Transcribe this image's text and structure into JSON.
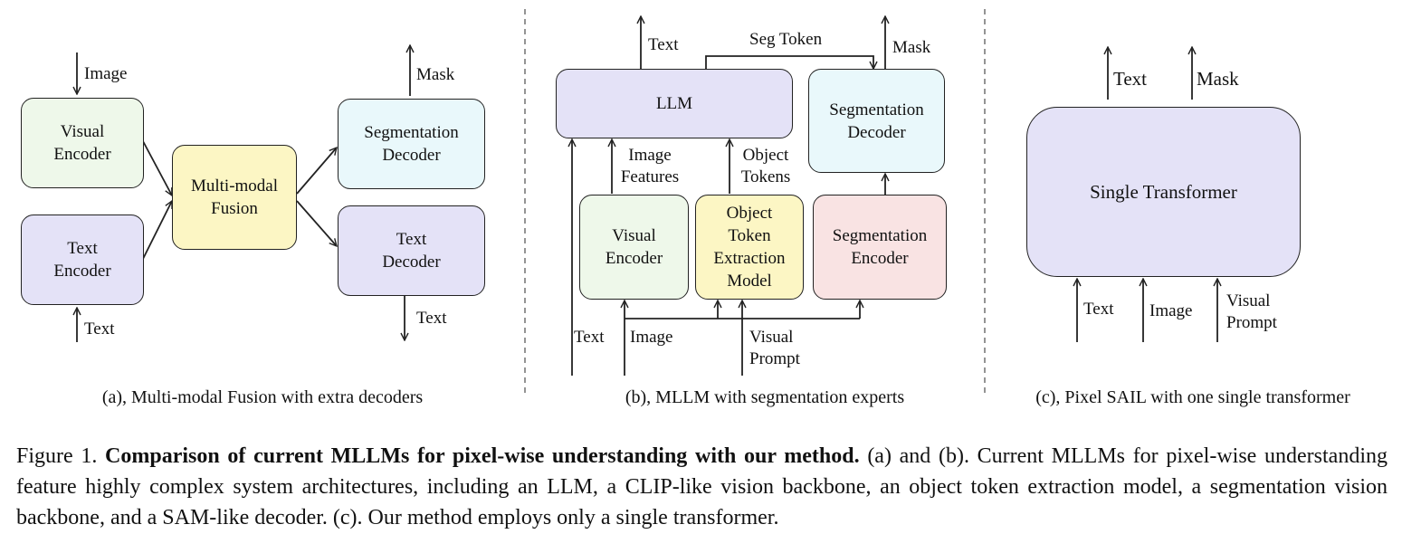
{
  "panel_a": {
    "image_label": "Image",
    "visual_encoder": [
      "Visual",
      "Encoder"
    ],
    "text_encoder": [
      "Text",
      "Encoder"
    ],
    "text_in_label": "Text",
    "fusion": [
      "Multi-modal",
      "Fusion"
    ],
    "seg_decoder": [
      "Segmentation",
      "Decoder"
    ],
    "text_decoder": [
      "Text",
      "Decoder"
    ],
    "mask_label": "Mask",
    "text_out_label": "Text",
    "caption": "(a), Multi-modal Fusion with extra decoders"
  },
  "panel_b": {
    "text_out_label": "Text",
    "seg_token_label": "Seg Token",
    "mask_label": "Mask",
    "llm": "LLM",
    "seg_decoder": [
      "Segmentation",
      "Decoder"
    ],
    "image_features_label": [
      "Image",
      "Features"
    ],
    "object_tokens_label": [
      "Object",
      "Tokens"
    ],
    "visual_encoder": [
      "Visual",
      "Encoder"
    ],
    "object_token_model": [
      "Object",
      "Token",
      "Extraction",
      "Model"
    ],
    "seg_encoder": [
      "Segmentation",
      "Encoder"
    ],
    "text_in_label": "Text",
    "image_in_label": "Image",
    "visual_prompt_label": [
      "Visual",
      "Prompt"
    ],
    "caption": "(b), MLLM with segmentation experts"
  },
  "panel_c": {
    "text_out_label": "Text",
    "mask_label": "Mask",
    "transformer": "Single Transformer",
    "text_in_label": "Text",
    "image_in_label": "Image",
    "visual_prompt_label": [
      "Visual",
      "Prompt"
    ],
    "caption": "(c), Pixel SAIL with one single transformer"
  },
  "figure_caption": {
    "prefix": "Figure 1. ",
    "bold": "Comparison of current MLLMs for pixel-wise understanding with our method.",
    "rest": " (a) and (b). Current MLLMs for pixel-wise understanding feature highly complex system architectures, including an LLM, a CLIP-like vision backbone, an object token extraction model, a segmentation vision backbone, and a SAM-like decoder. (c). Our method employs only a single transformer."
  },
  "colors": {
    "green_box": "#eef8ea",
    "purple_box": "#e4e2f7",
    "yellow_box": "#fcf6c4",
    "cyan_box": "#e9f8fb",
    "pink_box": "#f9e3e3"
  }
}
